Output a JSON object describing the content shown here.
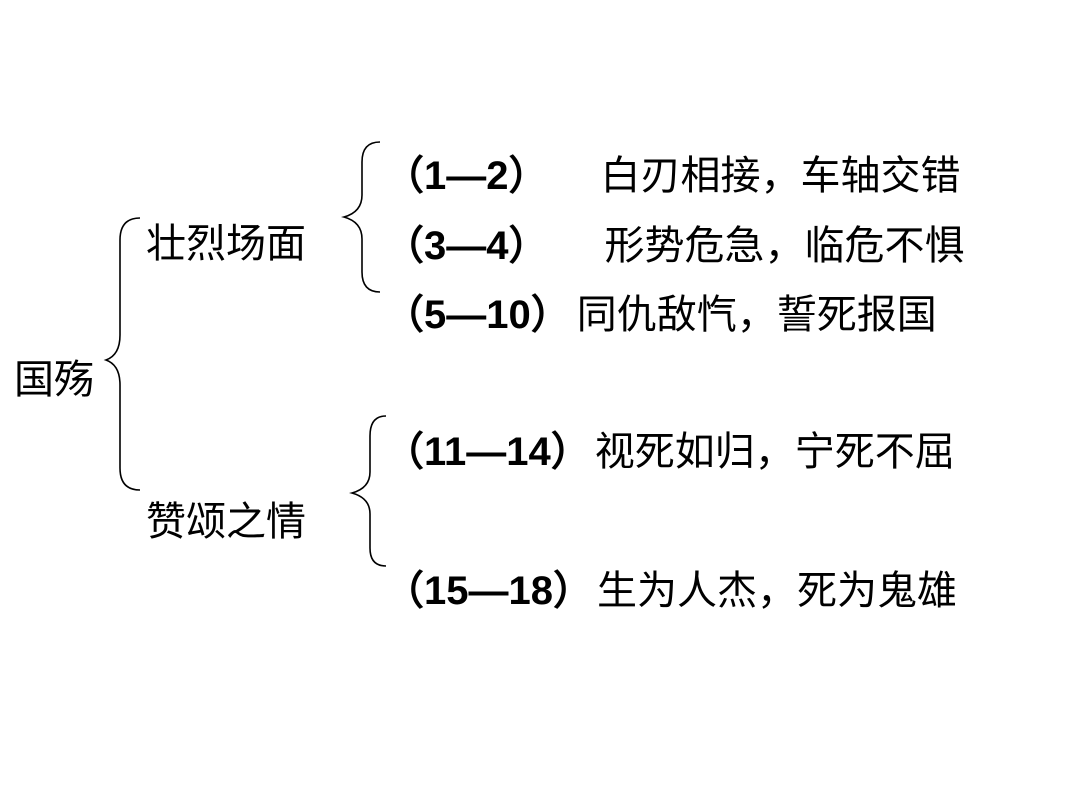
{
  "root": {
    "label": "国殇"
  },
  "sections": [
    {
      "label": "壮烈场面",
      "items": [
        {
          "range": "（1—2）",
          "text": "白刃相接，车轴交错"
        },
        {
          "range": "（3—4）",
          "text": "形势危急，临危不惧"
        },
        {
          "range": "（5—10）",
          "text": "同仇敌忾，誓死报国"
        }
      ]
    },
    {
      "label": "赞颂之情",
      "items": [
        {
          "range": "（11—14）",
          "text": "视死如归，宁死不屈"
        },
        {
          "range": "（15—18）",
          "text": "生为人杰，死为鬼雄"
        }
      ]
    }
  ],
  "colors": {
    "text": "#000000",
    "brace": "#000000",
    "background": "#ffffff"
  }
}
